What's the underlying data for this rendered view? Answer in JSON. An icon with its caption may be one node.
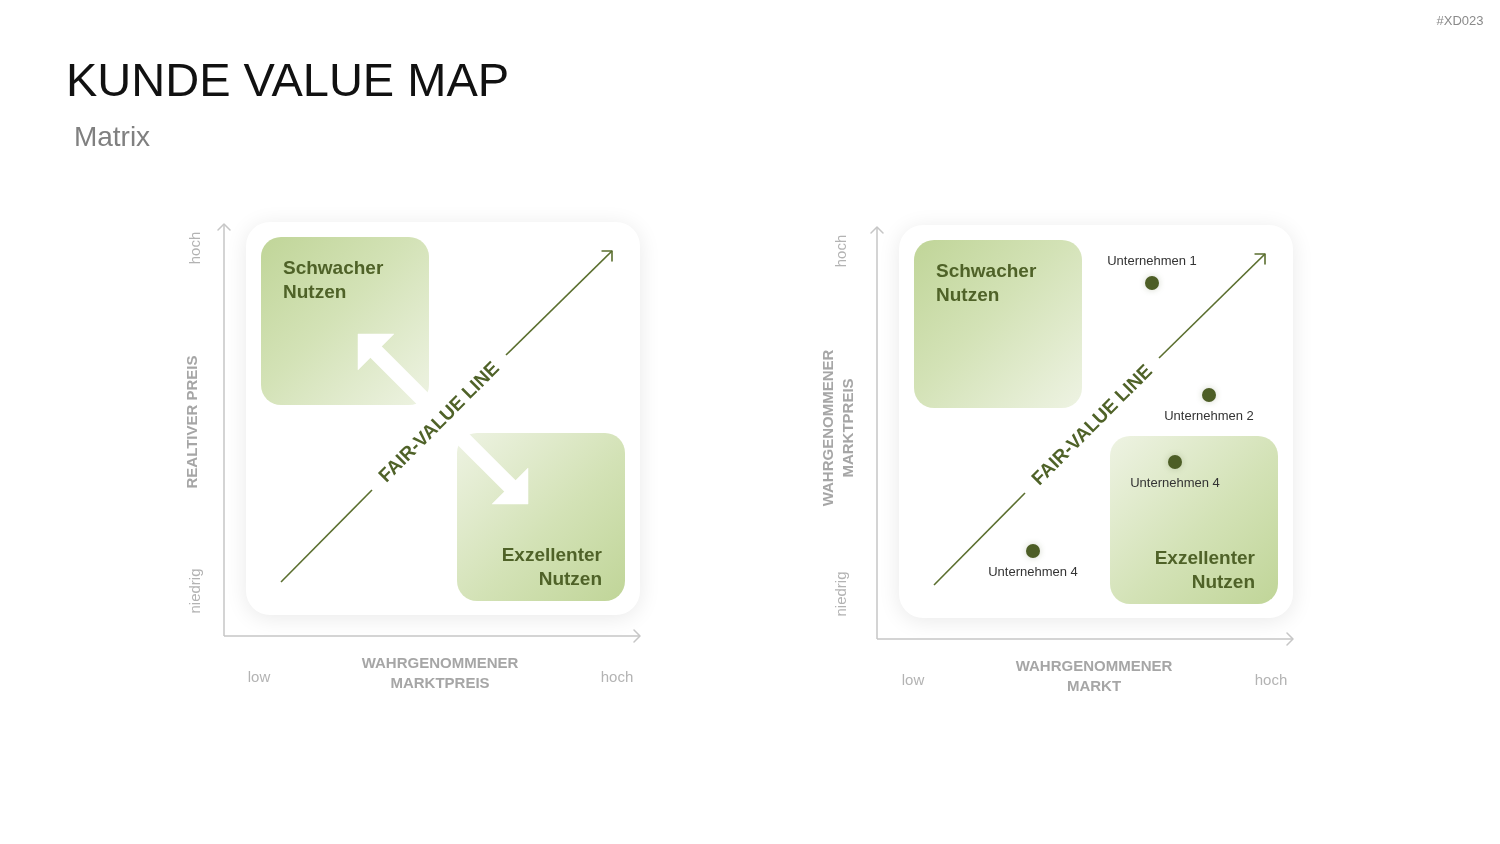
{
  "diagram": {
    "title": "KUNDE VALUE MAP",
    "nodes": [
      {
        "text": [
          "Schwacher Nutzen"
        ]
      },
      {
        "text": [
          "Exzellenter Nutzen"
        ]
      },
      {
        "text": [
          "Schwacher Nutzen"
        ]
      },
      {
        "text": [],
        "shape": "circle",
        "beside": [
          "Unternehmen 1"
        ]
      },
      {
        "text": [],
        "shape": "circle",
        "beside": [
          "Unternehmen 2"
        ]
      },
      {
        "text": [
          "Exzellenter Nutzen"
        ]
      },
      {
        "text": [],
        "shape": "circle",
        "beside": [
          "Unternehmen 4"
        ],
        "in": 5
      },
      {
        "text": [],
        "shape": "circle",
        "beside": [
          "Unternehmen 4"
        ]
      }
    ],
    "edges": [
      {
        "from": 0,
        "to": 1,
        "arrow": "both"
      }
    ],
    "labels": [
      "#XD023",
      "Matrix",
      "hoch",
      "REALTIVER PREIS",
      "niedrig",
      "FAIR-VALUE LINE",
      "low",
      "WAHRGENOMMENER MARKTPREIS",
      "hoch",
      "hoch",
      "WAHRGENOMMENER MARKTPREIS",
      "niedrig",
      "FAIR-VALUE LINE",
      "low",
      "WAHRGENOMMENER MARKT",
      "hoch"
    ]
  }
}
